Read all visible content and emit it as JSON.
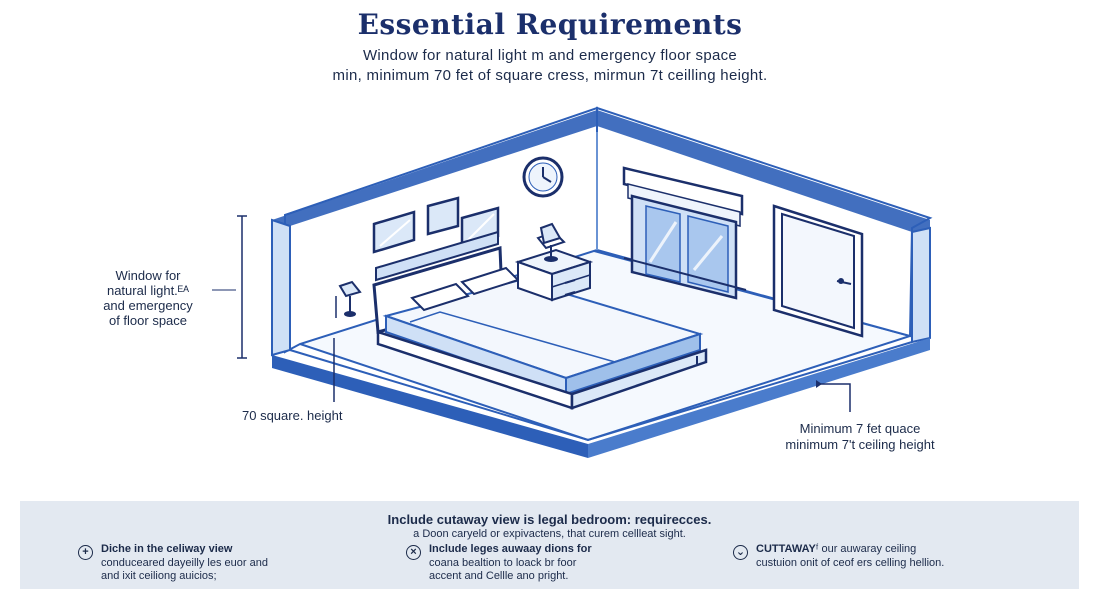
{
  "header": {
    "title": "Essential Requirements",
    "subtitle_line1": "Window for natural light m and emergency floor space",
    "subtitle_line2": "min, minimum 70 fet of square cress, mirmun 7t ceilling height."
  },
  "callouts": {
    "left_line1": "Window for",
    "left_line2": "natural light.ᴱᴬ",
    "left_line3": "and emergency",
    "left_line4": "of floor space",
    "bottom_left": "70 square. height",
    "right_line1": "Minimum 7 fet quace",
    "right_line2": "minimum 7't ceiling height"
  },
  "panel": {
    "heading": "Include cutaway view is legal bedroom: requirecces.",
    "subheading": "a Doon caryeld or expivactens, that curem cellleat sight.",
    "items": [
      {
        "icon": "plus-icon",
        "title": "Diche in the celiway view",
        "line2": "conduceared dayeilly les euor and",
        "line3": "and ixit ceiliong auicios;"
      },
      {
        "icon": "close-icon",
        "title": "Include leges auwaay dions for",
        "line2": "coana bealtion to loack br foor",
        "line3": "accent and Cellle ano pright."
      },
      {
        "icon": "chevron-down-icon",
        "title": "CUTTAWAY",
        "title_rest": "ᶠ our auwaray ceiling",
        "line2": "custuion onit of ceof ers celling hellion."
      }
    ]
  },
  "colors": {
    "primary": "#1b2f6b",
    "wall_blue": "#2d5fb8",
    "light_blue": "#cfe0f6",
    "panel_bg": "#e3e9f1"
  }
}
